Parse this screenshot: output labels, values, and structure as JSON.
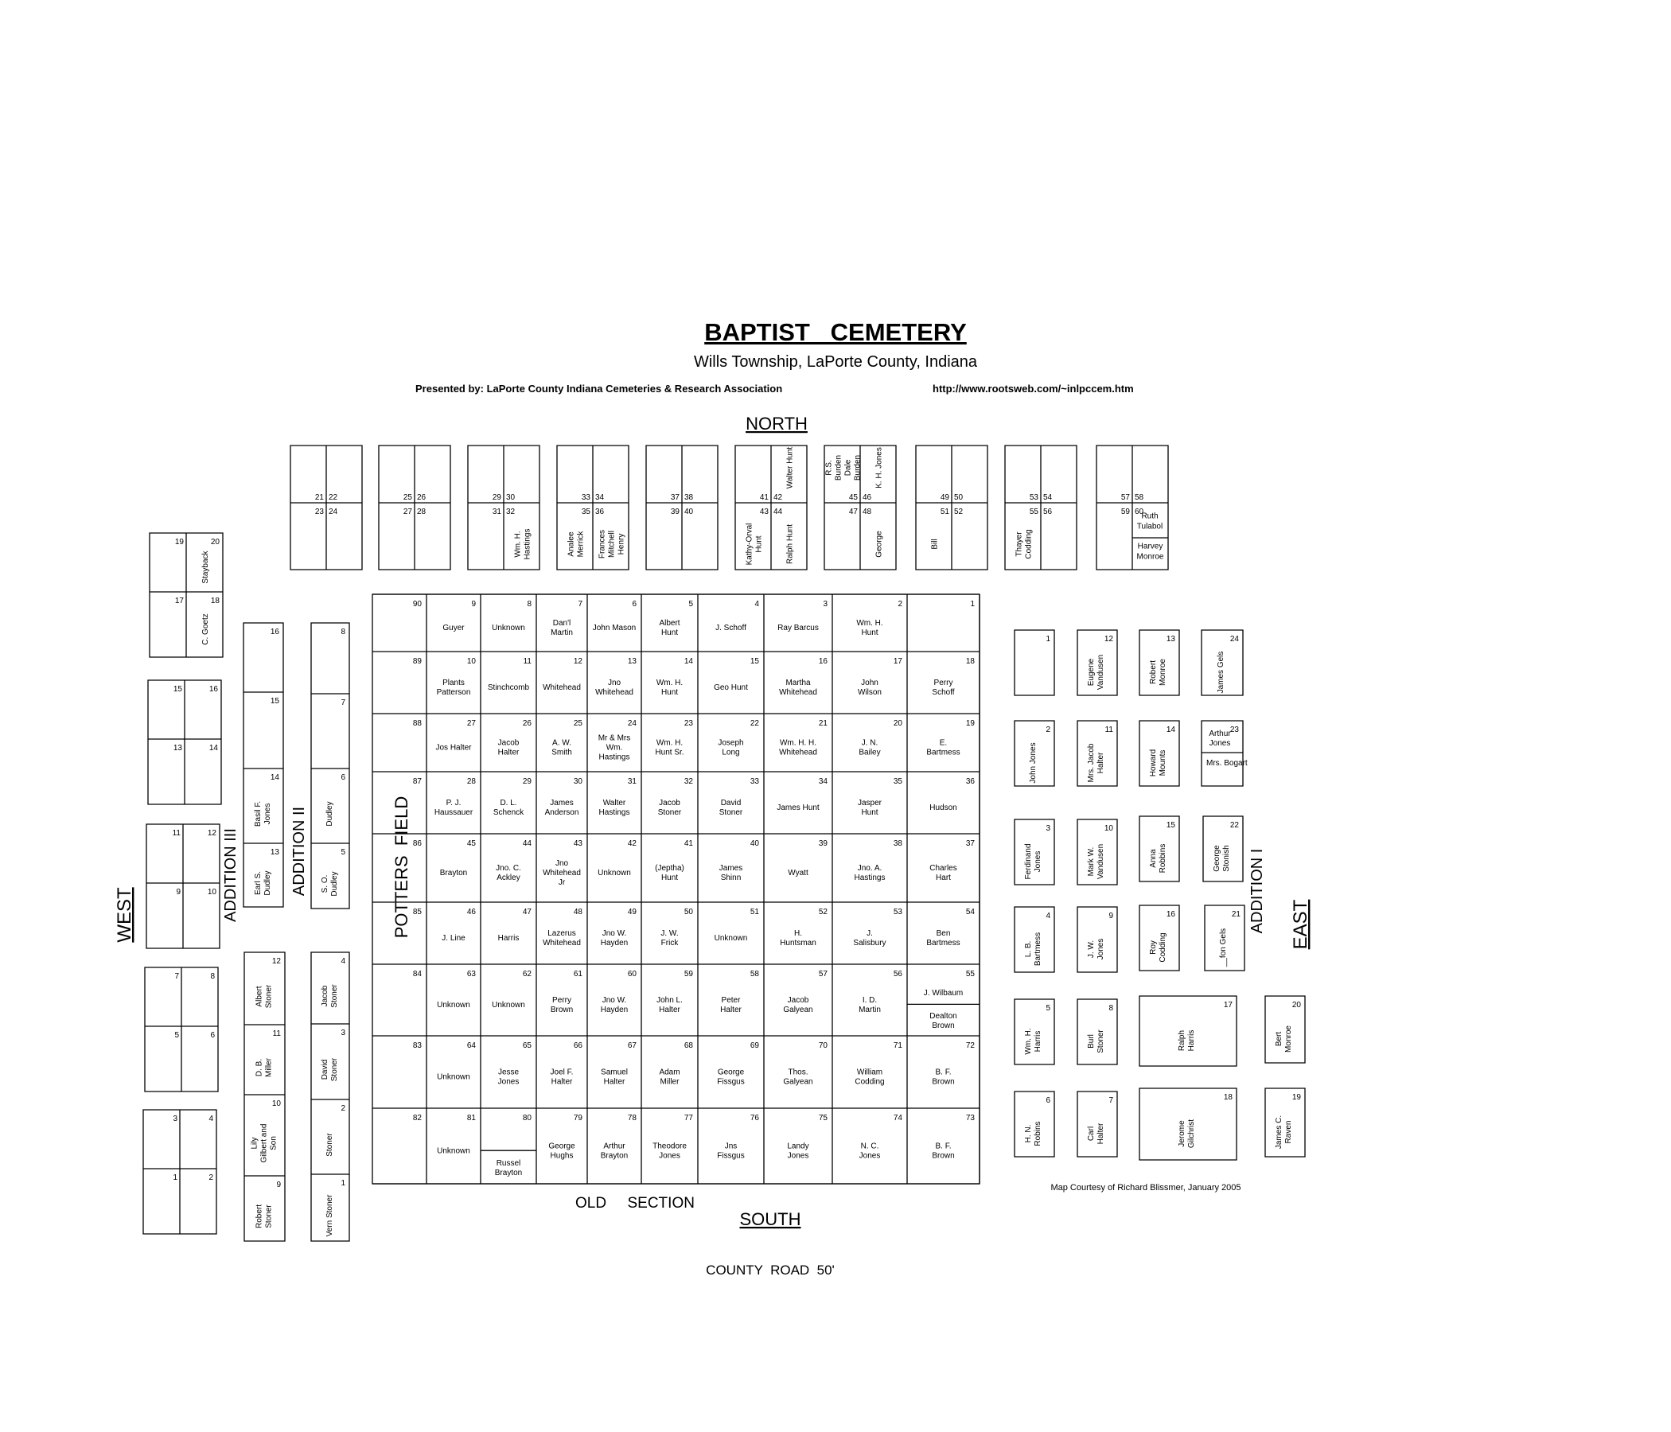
{
  "title": "BAPTIST   CEMETERY",
  "subtitle": "Wills Township, LaPorte County, Indiana",
  "presented_by": "Presented by: LaPorte County Indiana Cemeteries & Research Association",
  "url": "http://www.rootsweb.com/~inlpccem.htm",
  "directions": {
    "north": "NORTH",
    "south": "SOUTH",
    "east": "EAST",
    "west": "WEST"
  },
  "section_labels": {
    "old_section": "OLD     SECTION",
    "potters_field": "POTTERS  FIELD",
    "addition_i": "ADDITION I",
    "addition_ii": "ADDITION II",
    "addition_iii": "ADDITION III"
  },
  "road": "COUNTY  ROAD  50'",
  "credit": "Map Courtesy of Richard Blissmer, January 2005",
  "old_section_grid": {
    "potters_field_lots": [
      "90",
      "89",
      "88",
      "87",
      "86",
      "85",
      "84",
      "83",
      "82"
    ],
    "rows": [
      [
        {
          "n": "9",
          "name": "Guyer"
        },
        {
          "n": "8",
          "name": "Unknown"
        },
        {
          "n": "7",
          "name": "Dan'l Martin"
        },
        {
          "n": "6",
          "name": "John Mason"
        },
        {
          "n": "5",
          "name": "Albert Hunt"
        },
        {
          "n": "4",
          "name": "J. Schoff"
        },
        {
          "n": "3",
          "name": "Ray Barcus"
        },
        {
          "n": "2",
          "name": "Wm. H. Hunt"
        },
        {
          "n": "1",
          "name": ""
        }
      ],
      [
        {
          "n": "10",
          "name": "Plants Patterson"
        },
        {
          "n": "11",
          "name": "Stinchcomb"
        },
        {
          "n": "12",
          "name": "Whitehead"
        },
        {
          "n": "13",
          "name": "Jno Whitehead"
        },
        {
          "n": "14",
          "name": "Wm. H. Hunt"
        },
        {
          "n": "15",
          "name": "Geo Hunt"
        },
        {
          "n": "16",
          "name": "Martha Whitehead"
        },
        {
          "n": "17",
          "name": "John Wilson"
        },
        {
          "n": "18",
          "name": "Perry Schoff"
        }
      ],
      [
        {
          "n": "27",
          "name": "Jos Halter"
        },
        {
          "n": "26",
          "name": "Jacob Halter"
        },
        {
          "n": "25",
          "name": "A. W. Smith"
        },
        {
          "n": "24",
          "name": "Mr & Mrs Wm. Hastings"
        },
        {
          "n": "23",
          "name": "Wm. H. Hunt Sr."
        },
        {
          "n": "22",
          "name": "Joseph Long"
        },
        {
          "n": "21",
          "name": "Wm. H. H. Whitehead"
        },
        {
          "n": "20",
          "name": "J. N. Bailey"
        },
        {
          "n": "19",
          "name": "E. Bartmess"
        }
      ],
      [
        {
          "n": "28",
          "name": "P. J. Haussauer"
        },
        {
          "n": "29",
          "name": "D. L. Schenck"
        },
        {
          "n": "30",
          "name": "James Anderson"
        },
        {
          "n": "31",
          "name": "Walter Hastings"
        },
        {
          "n": "32",
          "name": "Jacob Stoner"
        },
        {
          "n": "33",
          "name": "David Stoner"
        },
        {
          "n": "34",
          "name": "James Hunt"
        },
        {
          "n": "35",
          "name": "Jasper Hunt"
        },
        {
          "n": "36",
          "name": "Hudson"
        }
      ],
      [
        {
          "n": "45",
          "name": "Brayton"
        },
        {
          "n": "44",
          "name": "Jno. C. Ackley"
        },
        {
          "n": "43",
          "name": "Jno Whitehead Jr"
        },
        {
          "n": "42",
          "name": "Unknown"
        },
        {
          "n": "41",
          "name": "(Jeptha) Hunt"
        },
        {
          "n": "40",
          "name": "James Shinn"
        },
        {
          "n": "39",
          "name": "Wyatt"
        },
        {
          "n": "38",
          "name": "Jno. A. Hastings"
        },
        {
          "n": "37",
          "name": "Charles Hart"
        }
      ],
      [
        {
          "n": "46",
          "name": "J. Line"
        },
        {
          "n": "47",
          "name": "Harris"
        },
        {
          "n": "48",
          "name": "Lazerus Whitehead"
        },
        {
          "n": "49",
          "name": "Jno W. Hayden"
        },
        {
          "n": "50",
          "name": "J. W. Frick"
        },
        {
          "n": "51",
          "name": "Unknown"
        },
        {
          "n": "52",
          "name": "H. Huntsman"
        },
        {
          "n": "53",
          "name": "J. Salisbury"
        },
        {
          "n": "54",
          "name": "Ben Bartmess"
        }
      ],
      [
        {
          "n": "63",
          "name": "Unknown"
        },
        {
          "n": "62",
          "name": "Unknown"
        },
        {
          "n": "61",
          "name": "Perry Brown"
        },
        {
          "n": "60",
          "name": "Jno W. Hayden"
        },
        {
          "n": "59",
          "name": "John L. Halter"
        },
        {
          "n": "58",
          "name": "Peter Halter"
        },
        {
          "n": "57",
          "name": "Jacob Galyean"
        },
        {
          "n": "56",
          "name": "I. D. Martin"
        },
        {
          "n": "55",
          "name": "J. Wilbaum",
          "name2": "Dealton Brown"
        }
      ],
      [
        {
          "n": "64",
          "name": "Unknown"
        },
        {
          "n": "65",
          "name": "Jesse Jones"
        },
        {
          "n": "66",
          "name": "Joel F. Halter"
        },
        {
          "n": "67",
          "name": "Samuel Halter"
        },
        {
          "n": "68",
          "name": "Adam Miller"
        },
        {
          "n": "69",
          "name": "George Fissgus"
        },
        {
          "n": "70",
          "name": "Thos. Galyean"
        },
        {
          "n": "71",
          "name": "William Codding"
        },
        {
          "n": "72",
          "name": "B. F. Brown"
        }
      ],
      [
        {
          "n": "81",
          "name": "Unknown"
        },
        {
          "n": "80",
          "name": "",
          "name2": "Russel Brayton"
        },
        {
          "n": "79",
          "name": "George Hughs"
        },
        {
          "n": "78",
          "name": "Arthur Brayton"
        },
        {
          "n": "77",
          "name": "Theodore Jones"
        },
        {
          "n": "76",
          "name": "Jns Fissgus"
        },
        {
          "n": "75",
          "name": "Landy Jones"
        },
        {
          "n": "74",
          "name": "N. C. Jones"
        },
        {
          "n": "73",
          "name": "B. F. Brown"
        }
      ]
    ]
  },
  "north_blocks": [
    {
      "top": [
        {
          "n": "21"
        },
        {
          "n": "22"
        }
      ],
      "bottom": [
        {
          "n": "23"
        },
        {
          "n": "24"
        }
      ]
    },
    {
      "top": [
        {
          "n": "25"
        },
        {
          "n": "26"
        }
      ],
      "bottom": [
        {
          "n": "27"
        },
        {
          "n": "28"
        }
      ]
    },
    {
      "top": [
        {
          "n": "29"
        },
        {
          "n": "30"
        }
      ],
      "bottom": [
        {
          "n": "31"
        },
        {
          "n": "32"
        }
      ],
      "bottom_names": [
        "",
        "Wm. H. Hastings"
      ]
    },
    {
      "top": [
        {
          "n": "33"
        },
        {
          "n": "34"
        }
      ],
      "bottom": [
        {
          "n": "35"
        },
        {
          "n": "36"
        }
      ],
      "bottom_names": [
        "Analee Merrick",
        "Frances Mitchell Henry"
      ]
    },
    {
      "top": [
        {
          "n": "37"
        },
        {
          "n": "38"
        }
      ],
      "bottom": [
        {
          "n": "39"
        },
        {
          "n": "40"
        }
      ]
    },
    {
      "top": [
        {
          "n": "41"
        },
        {
          "n": "42"
        }
      ],
      "bottom": [
        {
          "n": "43"
        },
        {
          "n": "44"
        }
      ],
      "top_names": [
        "",
        "Walter Hunt"
      ],
      "bottom_names": [
        "Kathy-Orval Hunt",
        "Ralph Hunt"
      ]
    },
    {
      "top": [
        {
          "n": "45"
        },
        {
          "n": "46"
        }
      ],
      "bottom": [
        {
          "n": "47"
        },
        {
          "n": "48"
        }
      ],
      "top_names": [
        "R.S. Burden Dale Burden",
        "K. H. Jones"
      ],
      "bottom_names": [
        "",
        "George"
      ]
    },
    {
      "top": [
        {
          "n": "49"
        },
        {
          "n": "50"
        }
      ],
      "bottom": [
        {
          "n": "51"
        },
        {
          "n": "52"
        }
      ],
      "bottom_names": [
        "Bill",
        ""
      ]
    },
    {
      "top": [
        {
          "n": "53"
        },
        {
          "n": "54"
        }
      ],
      "bottom": [
        {
          "n": "55"
        },
        {
          "n": "56"
        }
      ],
      "bottom_names": [
        "Thayer Codding",
        ""
      ]
    },
    {
      "top": [
        {
          "n": "57"
        },
        {
          "n": "58"
        }
      ],
      "bottom": [
        {
          "n": "59"
        },
        {
          "n": "60"
        }
      ],
      "bottom_right": "Ruth Tulabol",
      "bottom_right2": "Harvey Monroe"
    }
  ],
  "west_blocks": [
    {
      "cells": [
        {
          "n": "19"
        },
        {
          "n": "20",
          "name": "Stayback"
        },
        {
          "n": "17"
        },
        {
          "n": "18",
          "name": "C. Goetz"
        }
      ]
    },
    {
      "cells": [
        {
          "n": "15"
        },
        {
          "n": "16"
        },
        {
          "n": "13"
        },
        {
          "n": "14"
        }
      ]
    },
    {
      "cells": [
        {
          "n": "11"
        },
        {
          "n": "12"
        },
        {
          "n": "9"
        },
        {
          "n": "10"
        }
      ]
    },
    {
      "cells": [
        {
          "n": "7"
        },
        {
          "n": "8"
        },
        {
          "n": "5"
        },
        {
          "n": "6"
        }
      ]
    },
    {
      "cells": [
        {
          "n": "3"
        },
        {
          "n": "4"
        },
        {
          "n": "1"
        },
        {
          "n": "2"
        }
      ]
    }
  ],
  "addition_iii": {
    "upper": [
      {
        "n": "16",
        "name": ""
      },
      {
        "n": "15",
        "name": ""
      },
      {
        "n": "14",
        "name": "Basil F. Jones"
      },
      {
        "n": "13",
        "name": "Earl S. Dudley"
      }
    ],
    "lower": [
      {
        "n": "12",
        "name": "Albert Stoner"
      },
      {
        "n": "11",
        "name": "D. B. Miller"
      },
      {
        "n": "10",
        "name": "Lily Gilbert and Son"
      },
      {
        "n": "9",
        "name": "Robert Stoner"
      }
    ]
  },
  "addition_ii": {
    "upper": [
      {
        "n": "8",
        "name": ""
      },
      {
        "n": "7",
        "name": ""
      },
      {
        "n": "6",
        "name": "Dudley"
      },
      {
        "n": "5",
        "name": "S. O. Dudley"
      }
    ],
    "lower": [
      {
        "n": "4",
        "name": "Jacob Stoner"
      },
      {
        "n": "3",
        "name": "David Stoner"
      },
      {
        "n": "2",
        "name": "Stoner"
      },
      {
        "n": "1",
        "name": "Vern Stoner"
      }
    ]
  },
  "addition_i": {
    "col1": [
      {
        "n": "1",
        "name": ""
      },
      {
        "n": "2",
        "name": "John Jones"
      },
      {
        "n": "3",
        "name": "Ferdinand Jones"
      },
      {
        "n": "4",
        "name": "L. B. Bartmess"
      },
      {
        "n": "5",
        "name": "Wm. H. Harris"
      },
      {
        "n": "6",
        "name": "H. N. Robins"
      }
    ],
    "col2": [
      {
        "n": "12",
        "name": "Eugene Vandusen"
      },
      {
        "n": "11",
        "name": "Mrs. Jacob Halter"
      },
      {
        "n": "10",
        "name": "Mark W. Vandusen"
      },
      {
        "n": "9",
        "name": "J. W. Jones"
      },
      {
        "n": "8",
        "name": "Burl Stoner"
      },
      {
        "n": "7",
        "name": "Carl Halter"
      }
    ],
    "col3": [
      {
        "n": "13",
        "name": "Robert Monroe"
      },
      {
        "n": "14",
        "name": "Howard Mounts"
      },
      {
        "n": "15",
        "name": "Anna Robbins"
      },
      {
        "n": "16",
        "name": "Roy Codding"
      }
    ],
    "col4": [
      {
        "n": "24",
        "name": "James Gels"
      },
      {
        "n": "23",
        "name": "Arthur Jones",
        "name2": "Mrs. Bogart"
      },
      {
        "n": "22",
        "name": "George Stonish"
      },
      {
        "n": "21",
        "name": "__fon Gels"
      }
    ],
    "wide": [
      {
        "n": "17",
        "name": "Ralph Harris"
      },
      {
        "n": "18",
        "name": "Jerome Gilchrist"
      }
    ],
    "far": [
      {
        "n": "20",
        "name": "Bert Monroe"
      },
      {
        "n": "19",
        "name": "James C. Raven"
      }
    ]
  }
}
